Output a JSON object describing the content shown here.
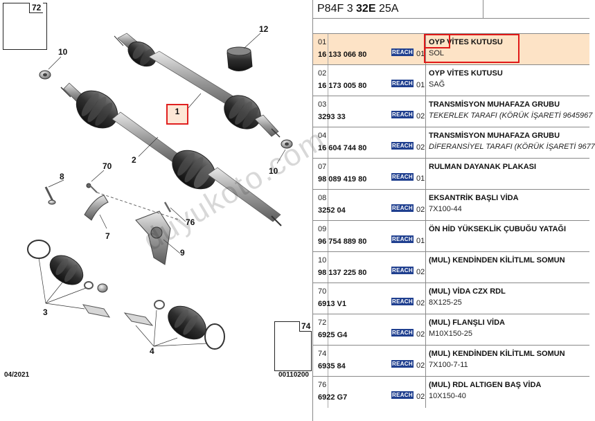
{
  "diagram": {
    "footer_date": "04/2021",
    "footer_code": "00110200",
    "corner_top_left": "72",
    "corner_bottom_right": "74",
    "highlighted_callout": "1",
    "callouts": [
      "12",
      "10",
      "1",
      "10",
      "2",
      "70",
      "8",
      "76",
      "7",
      "9",
      "3",
      "4"
    ],
    "watermark": "duyukoto.com"
  },
  "panel": {
    "header": {
      "prefix": "P84F 3 ",
      "bold": "32E",
      "suffix": " 25A"
    },
    "reach_label": "REACH",
    "rows": [
      {
        "num": "01",
        "ref": "16 133 066 80",
        "qty": "01",
        "desc": "OYP VİTES KUTUSU",
        "sub": "SOL",
        "italic": false,
        "selected": true
      },
      {
        "num": "02",
        "ref": "16 173 005 80",
        "qty": "01",
        "desc": "OYP VİTES KUTUSU",
        "sub": "SAĞ",
        "italic": false,
        "selected": false
      },
      {
        "num": "03",
        "ref": "3293 33",
        "qty": "02",
        "desc": "TRANSMİSYON MUHAFAZA GRUBU",
        "sub": "TEKERLEK TARAFI (KÖRÜK İŞARETİ 9645967",
        "italic": true,
        "selected": false
      },
      {
        "num": "04",
        "ref": "16 604 744 80",
        "qty": "02",
        "desc": "TRANSMİSYON MUHAFAZA GRUBU",
        "sub": "DİFERANSİYEL TARAFI (KÖRÜK İŞARETİ 9677",
        "italic": true,
        "selected": false
      },
      {
        "num": "07",
        "ref": "98 089 419 80",
        "qty": "01",
        "desc": "RULMAN DAYANAK PLAKASI",
        "sub": "",
        "italic": false,
        "selected": false
      },
      {
        "num": "08",
        "ref": "3252 04",
        "qty": "02",
        "desc": "EKSANTRİK BAŞLI VİDA",
        "sub": "7X100-44",
        "italic": false,
        "selected": false
      },
      {
        "num": "09",
        "ref": "96 754 889 80",
        "qty": "01",
        "desc": "ÖN HİD YÜKSEKLİK ÇUBUĞU YATAĞI",
        "sub": "",
        "italic": false,
        "selected": false
      },
      {
        "num": "10",
        "ref": "98 137 225 80",
        "qty": "02",
        "desc": "(MUL) KENDİNDEN KİLİTLML SOMUN",
        "sub": "",
        "italic": false,
        "selected": false
      },
      {
        "num": "70",
        "ref": "6913 V1",
        "qty": "02",
        "desc": "(MUL) VİDA CZX RDL",
        "sub": "8X125-25",
        "italic": false,
        "selected": false
      },
      {
        "num": "72",
        "ref": "6925 G4",
        "qty": "02",
        "desc": "(MUL) FLANŞLI VİDA",
        "sub": "M10X150-25",
        "italic": false,
        "selected": false
      },
      {
        "num": "74",
        "ref": "6935 84",
        "qty": "02",
        "desc": "(MUL) KENDİNDEN KİLİTLML SOMUN",
        "sub": "7X100-7-11",
        "italic": false,
        "selected": false
      },
      {
        "num": "76",
        "ref": "6922 G7",
        "qty": "02",
        "desc": "(MUL) RDL ALTIGEN BAŞ VİDA",
        "sub": "10X150-40",
        "italic": false,
        "selected": false
      }
    ]
  },
  "colors": {
    "selected_row": "#fde3c6",
    "highlight_red": "#e01818",
    "reach_badge": "#1f3f8f"
  }
}
